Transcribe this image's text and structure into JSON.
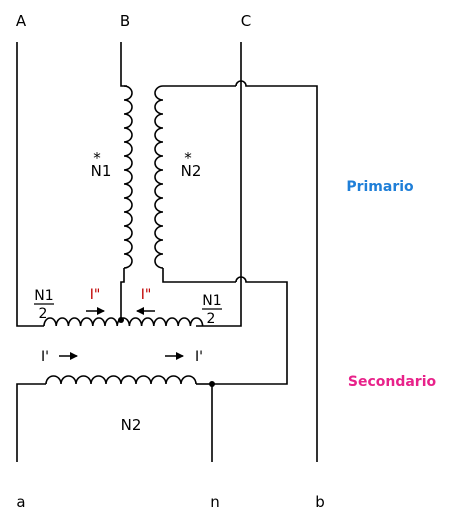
{
  "terminals_top": {
    "a_label": "A",
    "b_label": "B",
    "c_label": "C"
  },
  "terminals_bottom": {
    "a_label": "a",
    "n_label": "n",
    "b_label": "b"
  },
  "primary_windings": {
    "left": {
      "mark": "*",
      "turns": "N1"
    },
    "right": {
      "mark": "*",
      "turns": "N2"
    }
  },
  "middle_winding": {
    "left_fraction": {
      "num": "N1",
      "den": "2"
    },
    "right_fraction": {
      "num": "N1",
      "den": "2"
    },
    "left_current": "I\"",
    "right_current": "I\""
  },
  "secondary_winding": {
    "turns": "N2",
    "left_current": "I'",
    "right_current": "I'"
  },
  "section_labels": {
    "primary": "Primario",
    "secondary": "Secondario"
  },
  "colors": {
    "primary_label": "#1f7fd8",
    "secondary_label": "#e8228a",
    "current_red": "#c00000",
    "wire": "#000000"
  }
}
